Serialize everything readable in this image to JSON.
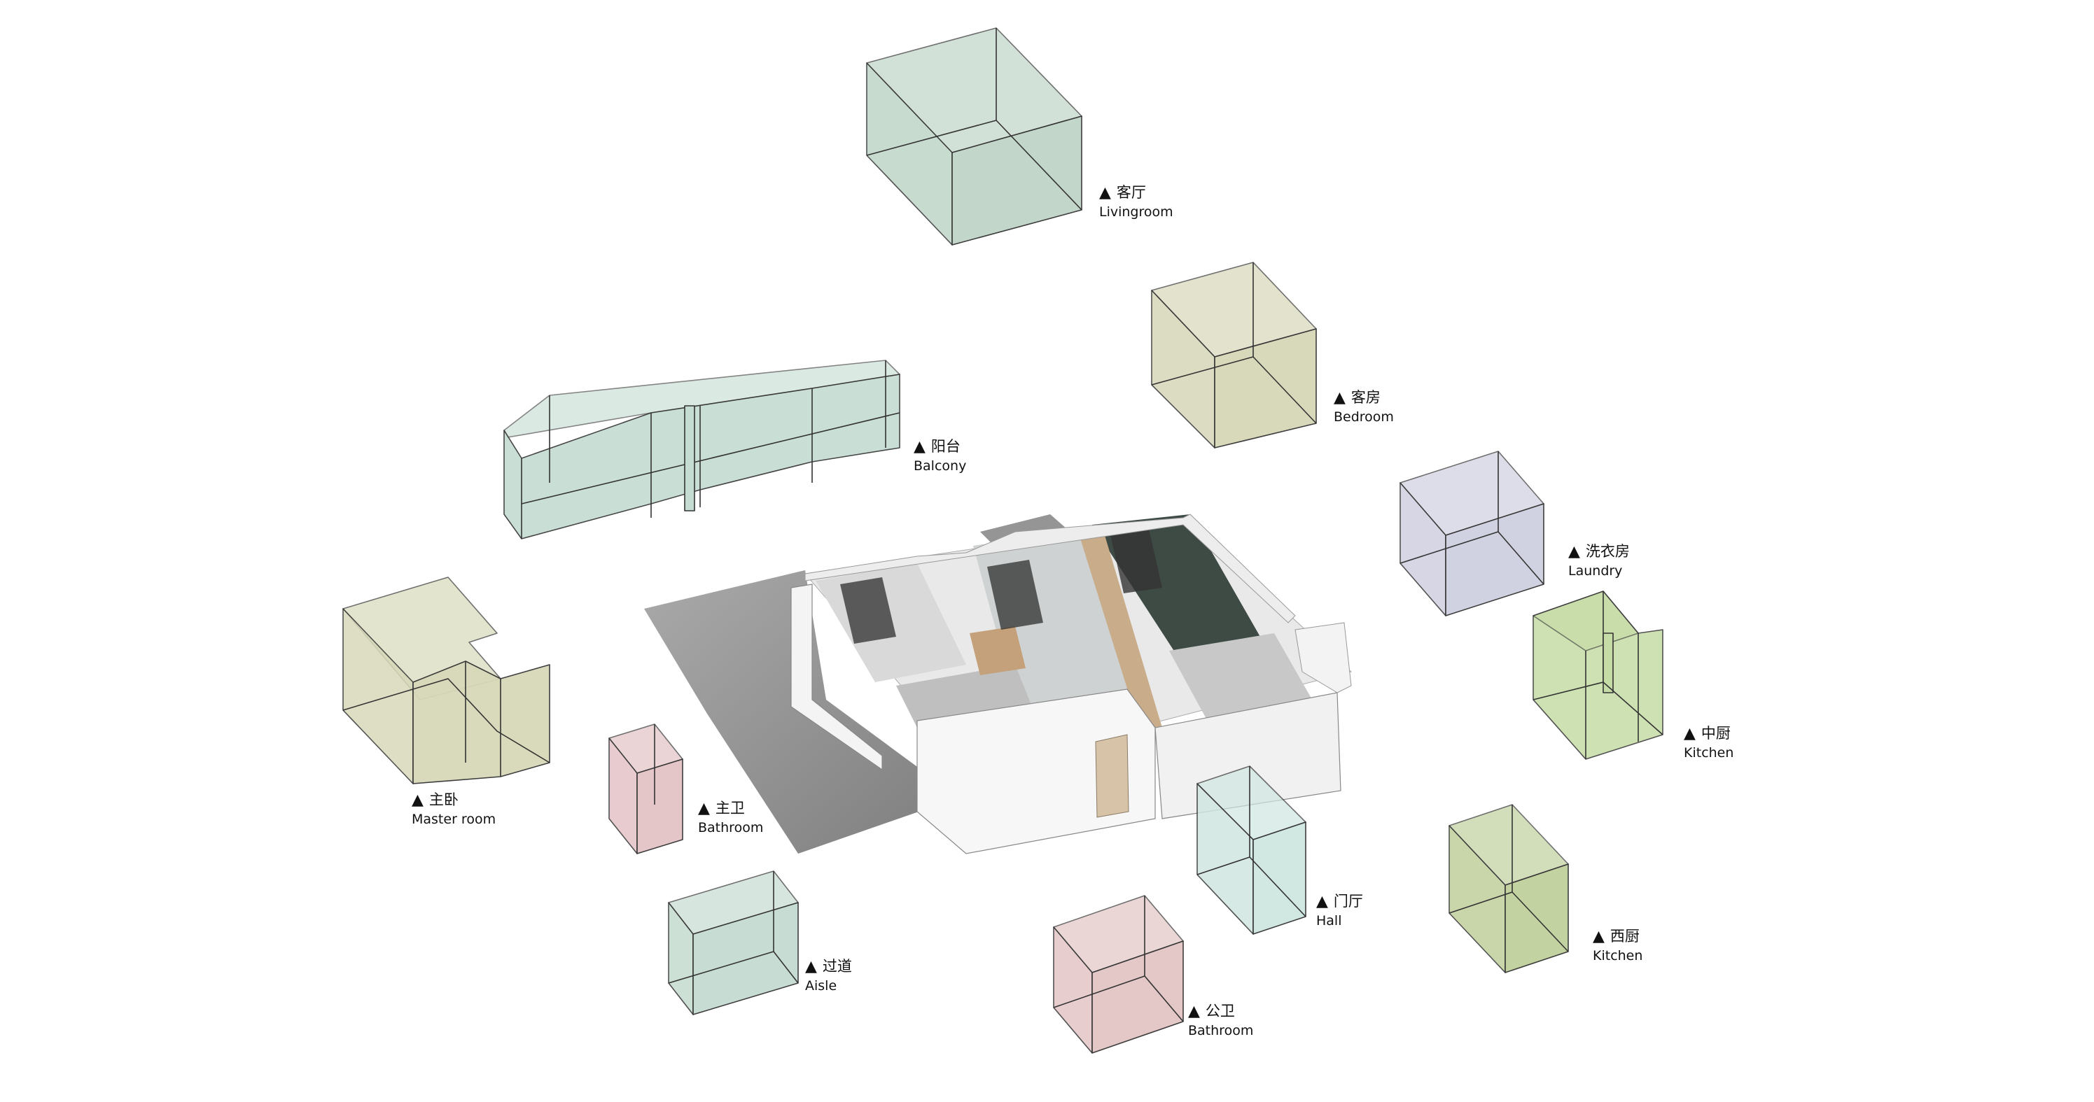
{
  "colors": {
    "livingroom": "#bfd5c7",
    "bedroom": "#d6d7b8",
    "balcony": "#c4dcd2",
    "laundry": "#cfd0e0",
    "kitchen_mid": "#c6dca6",
    "kitchen_west": "#bfd09c",
    "master_room": "#d8d9b9",
    "bathroom_master": "#e3c3c6",
    "aisle": "#c5dbd0",
    "bathroom_public": "#e3c5c5",
    "hall": "#cfe6e0",
    "edge": "#333333"
  },
  "marker": "▲",
  "labels": {
    "livingroom": {
      "cn": "客厅",
      "en": "Livingroom"
    },
    "bedroom": {
      "cn": "客房",
      "en": "Bedroom"
    },
    "balcony": {
      "cn": "阳台",
      "en": "Balcony"
    },
    "laundry": {
      "cn": "洗衣房",
      "en": "Laundry"
    },
    "kitchen_mid": {
      "cn": "中厨",
      "en": "Kitchen"
    },
    "master_room": {
      "cn": "主卧",
      "en": "Master room"
    },
    "bathroom_master": {
      "cn": "主卫",
      "en": "Bathroom"
    },
    "hall": {
      "cn": "门厅",
      "en": "Hall"
    },
    "kitchen_west": {
      "cn": "西厨",
      "en": "Kitchen"
    },
    "aisle": {
      "cn": "过道",
      "en": "Aisle"
    },
    "bathroom_public": {
      "cn": "公卫",
      "en": "Bathroom"
    }
  }
}
